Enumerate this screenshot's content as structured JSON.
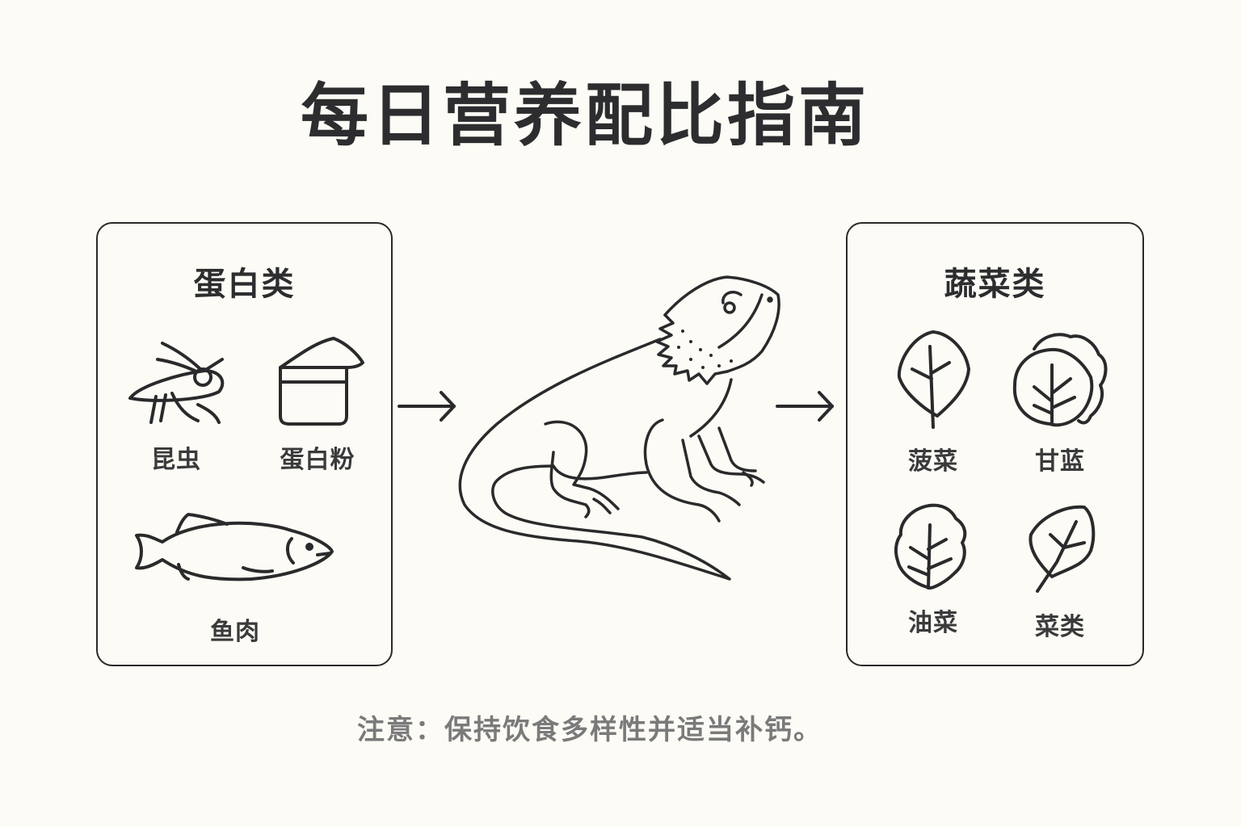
{
  "title": "每日营养配比指南",
  "colors": {
    "background": "#fdfbf5",
    "stroke": "#2a2a2c",
    "note_text": "#7a7a7a"
  },
  "left_panel": {
    "title": "蛋白类",
    "items": [
      {
        "label": "昆虫",
        "icon": "cricket-icon"
      },
      {
        "label": "蛋白粉",
        "icon": "protein-powder-icon"
      },
      {
        "label": "鱼肉",
        "icon": "fish-icon"
      }
    ]
  },
  "center": {
    "icon": "bearded-dragon-lizard-icon",
    "arrows": [
      "arrow-right-icon",
      "arrow-right-icon"
    ]
  },
  "right_panel": {
    "title": "蔬菜类",
    "items": [
      {
        "label": "菠菜",
        "icon": "leaf-icon"
      },
      {
        "label": "甘蓝",
        "icon": "cabbage-icon"
      },
      {
        "label": "油菜",
        "icon": "lettuce-leaf-icon"
      },
      {
        "label": "菜类",
        "icon": "spinach-leaf-icon"
      }
    ]
  },
  "note": "注意：保持饮食多样性并适当补钙。"
}
